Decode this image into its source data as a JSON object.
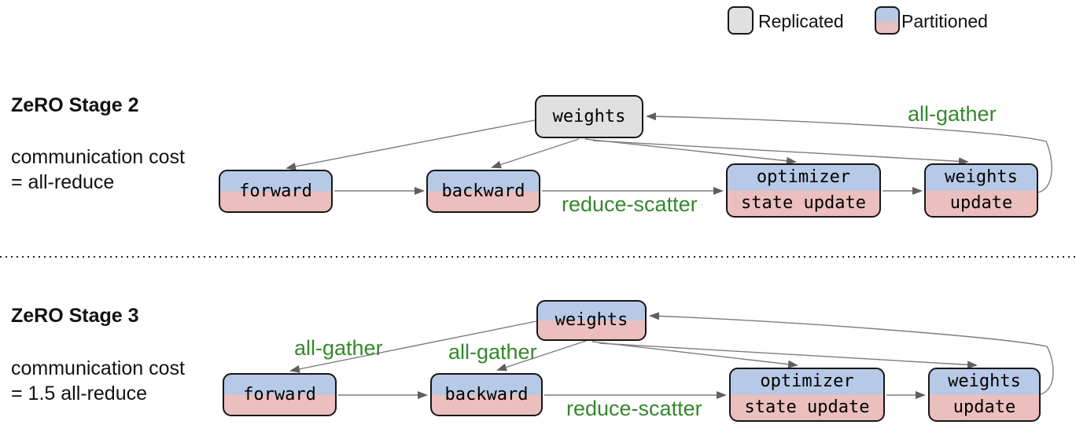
{
  "legend": {
    "replicated_label": "Replicated",
    "partitioned_label": "Partitioned"
  },
  "colors": {
    "replicated_fill": "#e0e0e0",
    "partition_top_blue": "#b6c9e6",
    "partition_bottom_pink": "#eabfbe",
    "edge_label_green": "#35882c",
    "arrow_gray": "#7d7d7d"
  },
  "stage2": {
    "title": "ZeRO Stage 2",
    "cost_line1": "communication cost",
    "cost_line2": "= all-reduce",
    "nodes": {
      "weights": "weights",
      "forward": "forward",
      "backward": "backward",
      "optimizer_line1": "optimizer",
      "optimizer_line2": "state update",
      "weights_update_line1": "weights",
      "weights_update_line2": "update"
    },
    "labels": {
      "all_gather": "all-gather",
      "reduce_scatter": "reduce-scatter"
    }
  },
  "stage3": {
    "title": "ZeRO Stage 3",
    "cost_line1": "communication cost",
    "cost_line2": "= 1.5 all-reduce",
    "nodes": {
      "weights": "weights",
      "forward": "forward",
      "backward": "backward",
      "optimizer_line1": "optimizer",
      "optimizer_line2": "state update",
      "weights_update_line1": "weights",
      "weights_update_line2": "update"
    },
    "labels": {
      "all_gather_forward": "all-gather",
      "all_gather_backward": "all-gather",
      "reduce_scatter": "reduce-scatter"
    }
  }
}
